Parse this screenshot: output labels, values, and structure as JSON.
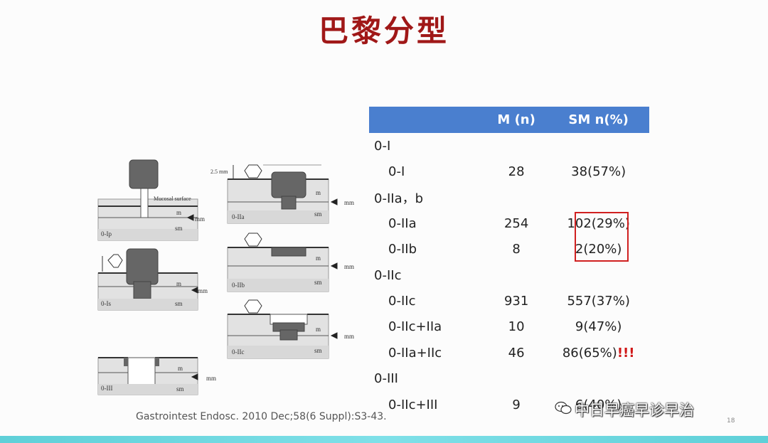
{
  "slide": {
    "title": "巴黎分型",
    "citation": "Gastrointest Endosc. 2010 Dec;58(6 Suppl):S3-43.",
    "watermark": "中日早癌早诊早治",
    "slide_number": "18"
  },
  "diagrams": {
    "labels": {
      "ip": "0-Ip",
      "is": "0-Is",
      "iii": "0-III",
      "iia": "0-IIa",
      "iib": "0-IIb",
      "iic": "0-IIc",
      "m": "m",
      "sm": "sm",
      "mm": "mm",
      "mucosal_surface": "Mucosal surface",
      "scale": "2.5 mm"
    }
  },
  "table": {
    "headers": {
      "type": "",
      "m": "M (n)",
      "sm": "SM n(%)"
    },
    "rows": [
      {
        "kind": "group",
        "type": "0-I",
        "m": "",
        "sm": ""
      },
      {
        "kind": "sub",
        "type": "0-I",
        "m": "28",
        "sm": "38(57%)"
      },
      {
        "kind": "group",
        "type": "0-IIa，b",
        "m": "",
        "sm": ""
      },
      {
        "kind": "sub",
        "type": "0-IIa",
        "m": "254",
        "sm": "102(29%)"
      },
      {
        "kind": "sub",
        "type": "0-IIb",
        "m": "8",
        "sm": "2(20%)"
      },
      {
        "kind": "group",
        "type": "0-IIc",
        "m": "",
        "sm": ""
      },
      {
        "kind": "sub",
        "type": "0-IIc",
        "m": "931",
        "sm": "557(37%)"
      },
      {
        "kind": "sub",
        "type": "0-IIc+IIa",
        "m": "10",
        "sm": "9(47%)"
      },
      {
        "kind": "sub",
        "type": "0-IIa+IIc",
        "m": "46",
        "sm": "86(65%)",
        "mark": "!!!"
      },
      {
        "kind": "group",
        "type": "0-III",
        "m": "",
        "sm": ""
      },
      {
        "kind": "sub",
        "type": "0-IIc+III",
        "m": "9",
        "sm": "6(40%)"
      }
    ]
  },
  "colors": {
    "title": "#a01818",
    "header_bg": "#4a7fcf",
    "highlight": "#d02020"
  }
}
